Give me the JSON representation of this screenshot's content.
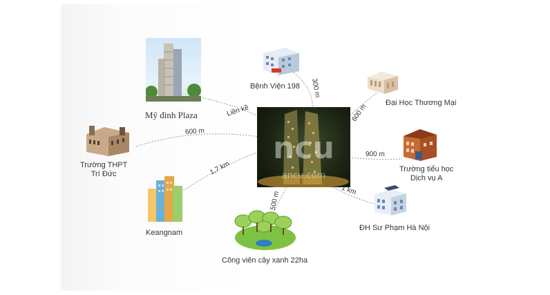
{
  "center": {
    "watermark": "ncu",
    "watermark_sub": "ancu.com"
  },
  "places": {
    "my_dinh_plaza": {
      "name": "Mỹ đình Plaza",
      "distance": "Liền kề"
    },
    "benh_vien": {
      "name": "Bệnh Viện 198",
      "distance": "300 m"
    },
    "dai_hoc_tm": {
      "name": "Đại Học Thương Mại",
      "distance": "600 m"
    },
    "truong_th": {
      "name_line1": "Trường tiểu học",
      "name_line2": "Dịch vụ A",
      "distance": "900 m"
    },
    "dh_su_pham": {
      "name": "ĐH Sư Phạm Hà Nội",
      "distance": "1 km"
    },
    "cong_vien": {
      "name": "Công viên cây xanh 22ha",
      "distance": "500 m"
    },
    "keangnam": {
      "name": "Keangnam",
      "distance": "1,7 km"
    },
    "truong_thpt": {
      "name_line1": "Trường THPT",
      "name_line2": "Trí Đức",
      "distance": "600 m"
    }
  },
  "colors": {
    "line": "#a7a7a7",
    "text": "#333333",
    "tree": "#7dc242"
  }
}
